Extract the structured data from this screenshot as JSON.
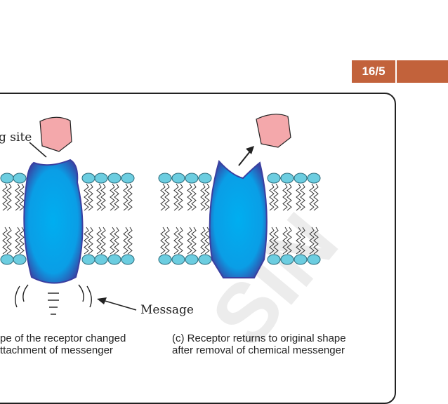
{
  "header": {
    "page_number": "16/5"
  },
  "figure": {
    "labels": {
      "binding_site": "g site",
      "message": "Message"
    },
    "captions": {
      "b_line1": "pe of the receptor changed",
      "b_line2": "ttachment of messenger",
      "c_line1": "(c) Receptor returns to original shape",
      "c_line2": "after removal of chemical messenger"
    },
    "watermark": "SIN",
    "colors": {
      "receptor_fill": "#0aa6e8",
      "receptor_edge": "#3a3fa0",
      "lipid_head": "#6ccde0",
      "messenger": "#f4a8ab",
      "accent": "#c2623b"
    }
  }
}
